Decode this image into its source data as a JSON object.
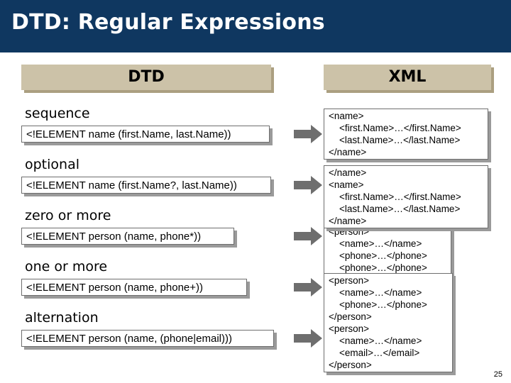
{
  "slide": {
    "title": "DTD: Regular Expressions",
    "page_number": "25"
  },
  "headers": {
    "dtd": "DTD",
    "xml": "XML"
  },
  "rows": [
    {
      "category": "sequence",
      "rule": "<!ELEMENT name (first.Name, last.Name))"
    },
    {
      "category": "optional",
      "rule": "<!ELEMENT name (first.Name?, last.Name))"
    },
    {
      "category": "zero or more",
      "rule": "<!ELEMENT person (name, phone*))"
    },
    {
      "category": "one or more",
      "rule": "<!ELEMENT person (name, phone+))"
    },
    {
      "category": "alternation",
      "rule": "<!ELEMENT person (name, (phone|email)))"
    }
  ],
  "examples": [
    [
      "<name>",
      "    <first.Name>…</first.Name>",
      "    <last.Name>…</last.Name>",
      "</name>"
    ],
    [
      "</name>",
      "<name>",
      "    <first.Name>…</first.Name>",
      "    <last.Name>…</last.Name>",
      "</name>"
    ],
    [
      "<person>",
      "    <name>…</name>",
      "    <phone>…</phone>",
      "    <phone>…</phone>"
    ],
    [
      "<person>",
      "    <name>…</name>",
      "    <phone>…</phone>",
      "</person>",
      "<person>",
      "    <name>…</name>",
      "    <email>…</email>",
      "</person>"
    ]
  ],
  "colors": {
    "title_bar": "#0f3760",
    "header_fill": "#ccc2a8",
    "arrow": "#6e6e6e"
  }
}
